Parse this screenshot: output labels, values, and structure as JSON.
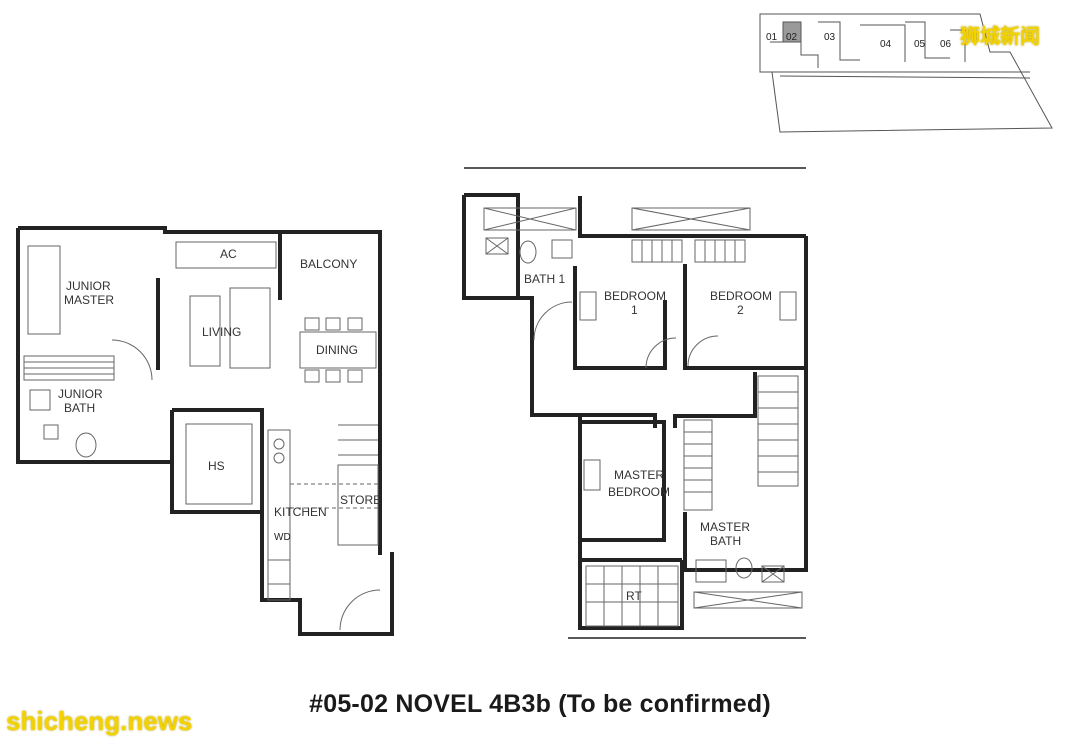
{
  "title": "#05-02   NOVEL 4B3b (To be confirmed)",
  "key_plan": {
    "units": [
      "01",
      "02",
      "03",
      "04",
      "05",
      "06"
    ],
    "highlighted_unit": "02",
    "highlight_color": "#9a9a9a"
  },
  "lower_floor": {
    "rooms": {
      "junior_master": [
        "JUNIOR",
        "MASTER"
      ],
      "junior_bath": [
        "JUNIOR",
        "BATH"
      ],
      "ac": "AC",
      "balcony": "BALCONY",
      "living": "LIVING",
      "dining": "DINING",
      "hs": "HS",
      "kitchen": "KITCHEN",
      "store": "STORE",
      "wd": "WD"
    }
  },
  "upper_floor": {
    "rooms": {
      "bath1": "BATH 1",
      "bedroom1": [
        "BEDROOM",
        "1"
      ],
      "bedroom2": [
        "BEDROOM",
        "2"
      ],
      "master_bedroom": [
        "MASTER",
        "BEDROOM"
      ],
      "master_bath": [
        "MASTER",
        "BATH"
      ],
      "rt": "RT"
    }
  },
  "watermarks": {
    "top": "狮城新闻",
    "bottom": "shicheng.news",
    "color": "#f2d200"
  },
  "colors": {
    "wall": "#222222",
    "line": "#555555"
  }
}
